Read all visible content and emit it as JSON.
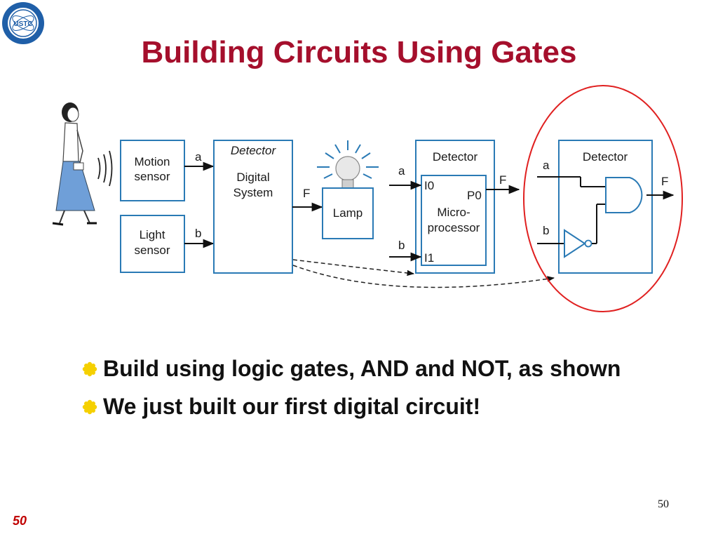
{
  "slide": {
    "title": "Building Circuits Using Gates",
    "page_number": "50",
    "slide_number": "50"
  },
  "logo": {
    "text": "USTC"
  },
  "diagram": {
    "motion_sensor": [
      "Motion",
      "sensor"
    ],
    "light_sensor": [
      "Light",
      "sensor"
    ],
    "label_a": "a",
    "label_b": "b",
    "label_f": "F",
    "detector_italic": "Detector",
    "digital_system": [
      "Digital",
      "System"
    ],
    "lamp": "Lamp",
    "detector": "Detector",
    "i0": "I0",
    "i1": "I1",
    "p0": "P0",
    "microprocessor": [
      "Micro-",
      "processor"
    ]
  },
  "bullets": [
    "Build using logic gates, AND and NOT, as shown",
    "We just built our first digital circuit!"
  ],
  "colors": {
    "title": "#a50f2c",
    "box_stroke": "#2a7ab5",
    "highlight_ellipse": "#e02020",
    "figure_dress": "#6f9fd8",
    "bullet": "#f5d000"
  }
}
